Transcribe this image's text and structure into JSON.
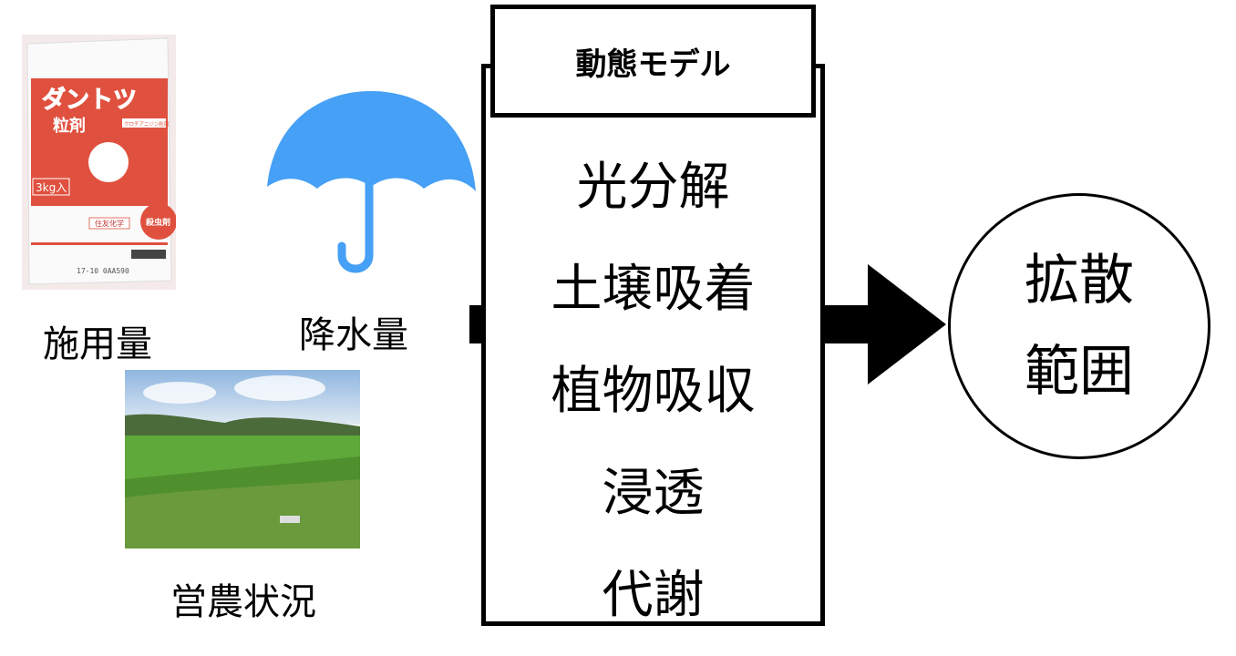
{
  "inputs": {
    "application_amount": "施用量",
    "rainfall": "降水量",
    "farming_conditions": "営農状況"
  },
  "product": {
    "brand": "ダントツ",
    "form": "粒剤",
    "ingredient": "クロチアニジン粒剤",
    "weight": "3kg入",
    "category": "殺虫剤",
    "maker": "住友化学",
    "lot": "17-10 0AA590"
  },
  "model": {
    "title": "動態モデル",
    "processes": [
      "光分解",
      "土壌吸着",
      "植物吸収",
      "浸透",
      "代謝"
    ]
  },
  "output": {
    "line1": "拡散",
    "line2": "範囲"
  },
  "colors": {
    "umbrella": "#46a0f5",
    "package_red": "#e0503f"
  }
}
